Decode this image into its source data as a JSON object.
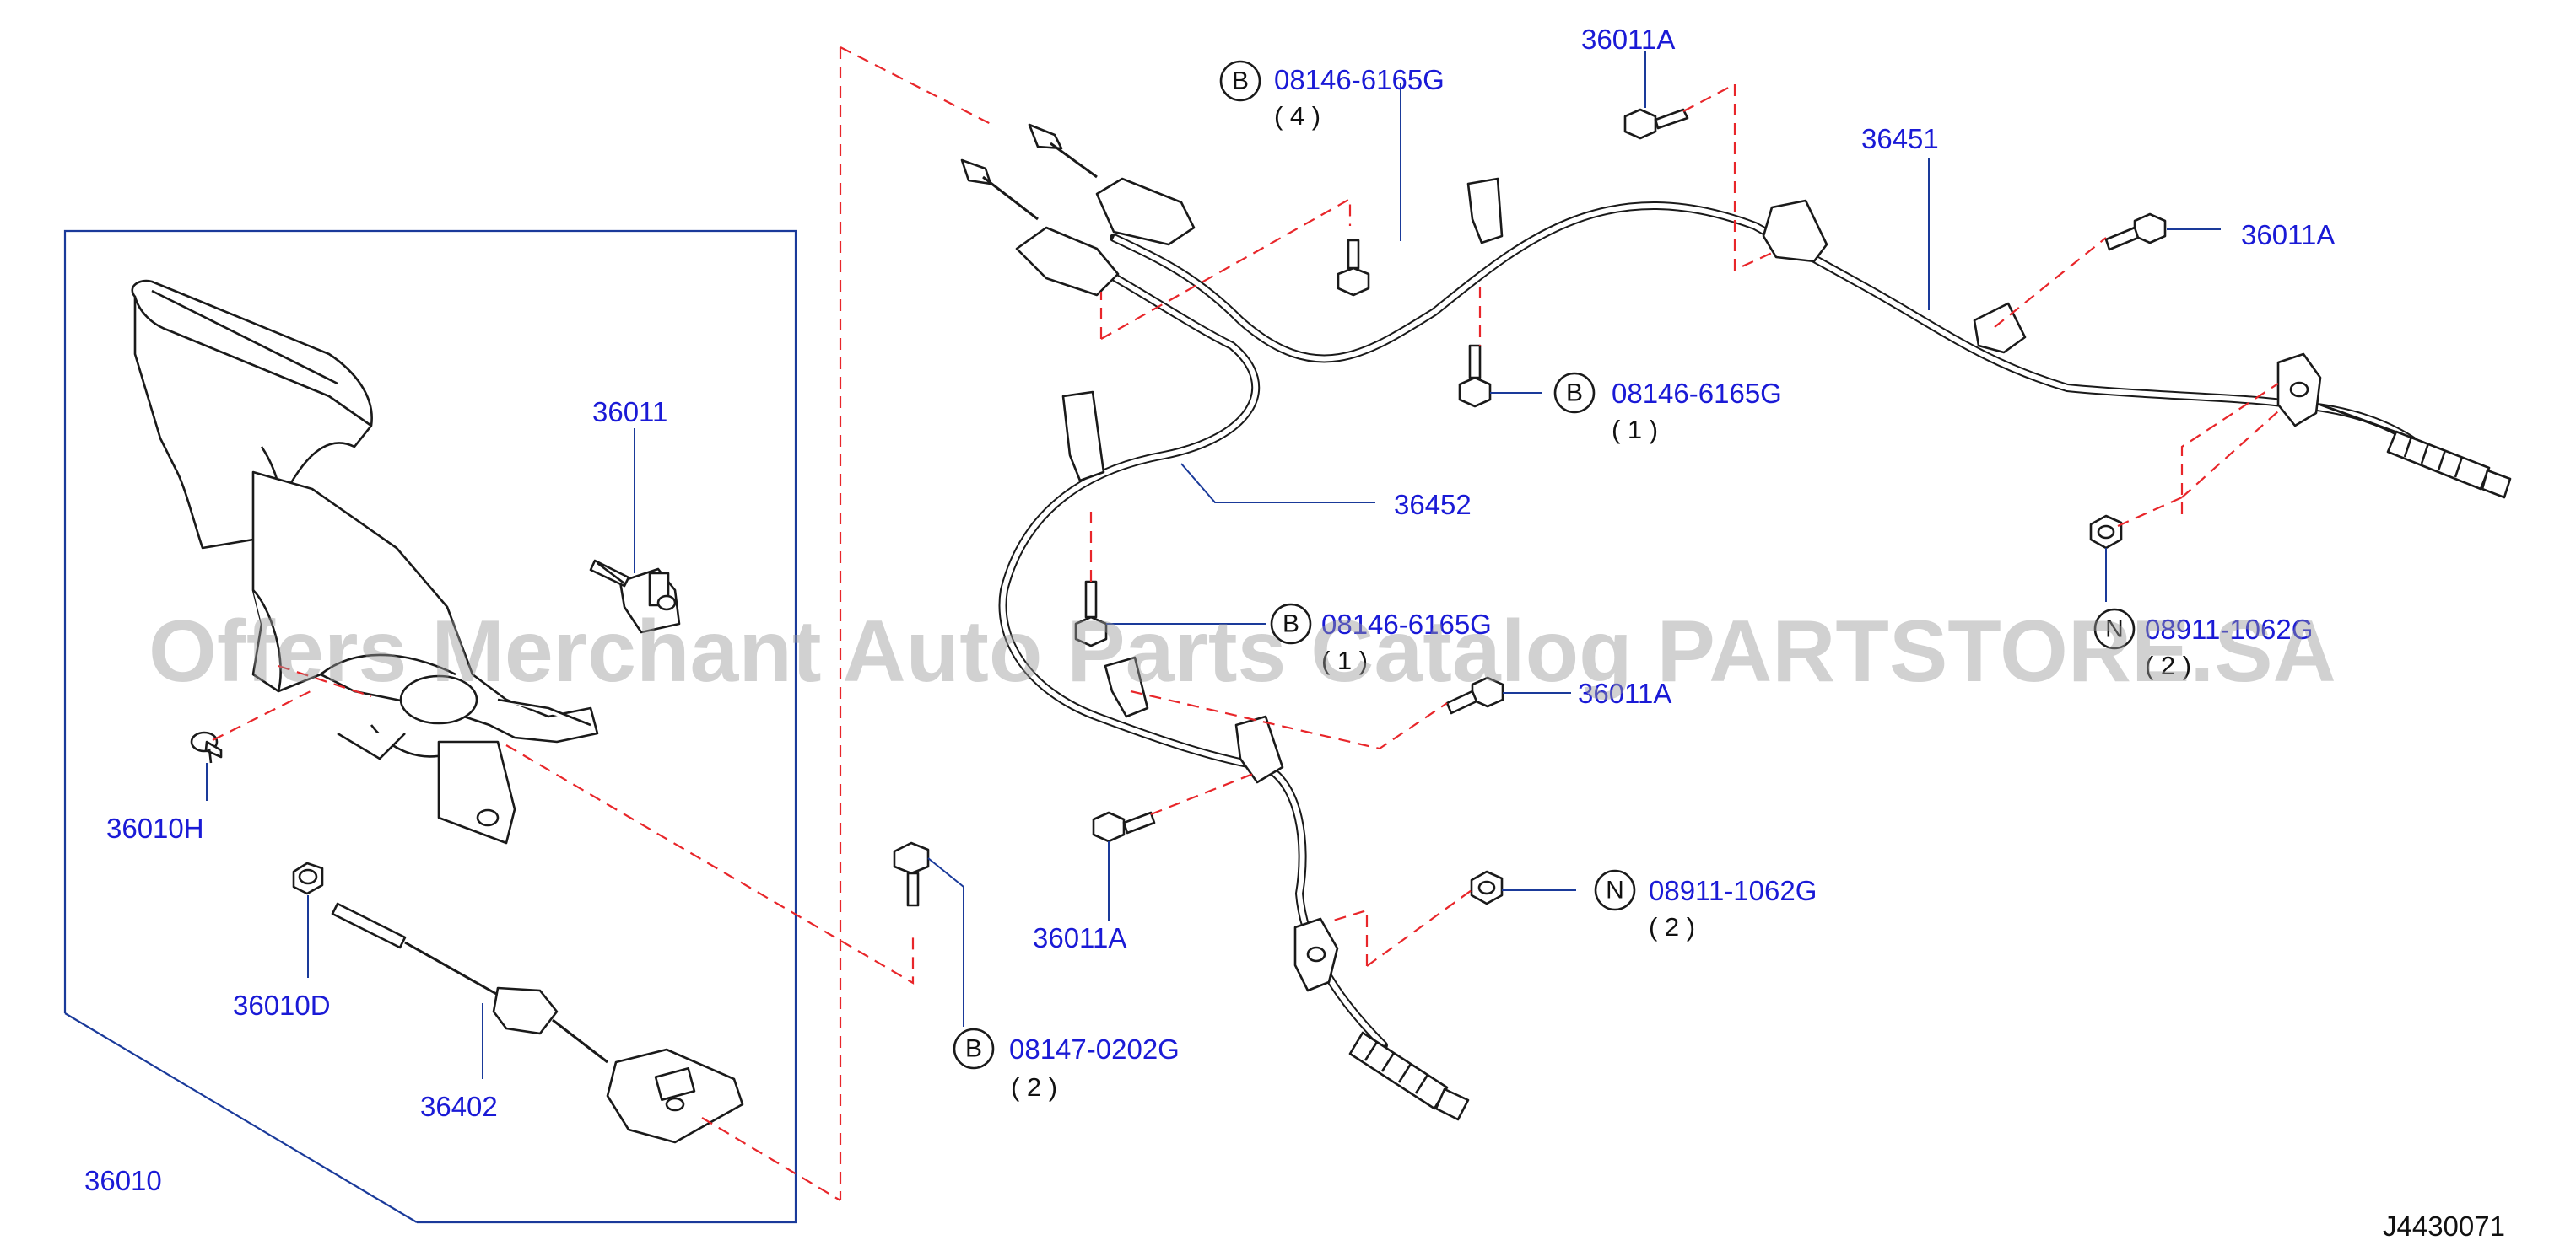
{
  "labels": {
    "p36011": "36011",
    "p36010h": "36010H",
    "p36010d": "36010D",
    "p36402": "36402",
    "p36010": "36010",
    "p08147": "08147-0202G",
    "p08147_qty": "( 2 )",
    "p08146_top": "08146-6165G",
    "p08146_top_qty": "( 4 )",
    "p36011a_top": "36011A",
    "p36451": "36451",
    "p36011a_right": "36011A",
    "p08146_mid": "08146-6165G",
    "p08146_mid_qty": "( 1 )",
    "p36452": "36452",
    "p08146_low": "08146-6165G",
    "p08146_low_qty": "( 1 )",
    "p36011a_mid": "36011A",
    "p08911_right": "08911-1062G",
    "p08911_right_qty": "( 2 )",
    "p36011a_low": "36011A",
    "p08911_low": "08911-1062G",
    "p08911_low_qty": "( 2 )",
    "circle_b": "B",
    "circle_n": "N"
  },
  "diagram_code": "J4430071",
  "watermark": "Offers Merchant Auto Parts Catalog PARTSTORE.SA",
  "colors": {
    "label_blue": "#1a1ad6",
    "leader_blue": "#1a3a9a",
    "dash_red": "#e8262a",
    "line_black": "#1a1a1a"
  }
}
